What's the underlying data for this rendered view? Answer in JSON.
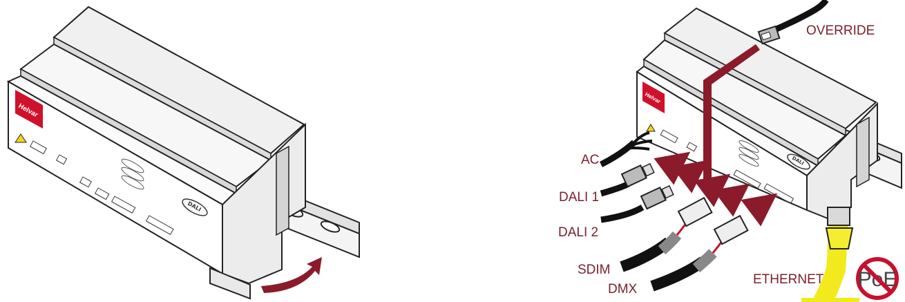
{
  "brand": {
    "logo_text": "Helvar",
    "dali_badge": "DALI"
  },
  "labels": {
    "override": "OVERRIDE",
    "ac": "AC",
    "dali1": "DALI 1",
    "dali2": "DALI 2",
    "sdim": "SDIM",
    "dmx": "DMX",
    "ethernet": "ETHERNET",
    "poe": "PoE"
  },
  "colors": {
    "accent_red": "#8b1a2a",
    "label_red": "#7a1f2b",
    "ethernet_yellow": "#f2ea1c",
    "logo_red": "#d0112b",
    "poe_sign_red": "#c8102e"
  },
  "icons": [
    "mounting-arrow-icon",
    "no-poe-icon",
    "warning-icon"
  ]
}
